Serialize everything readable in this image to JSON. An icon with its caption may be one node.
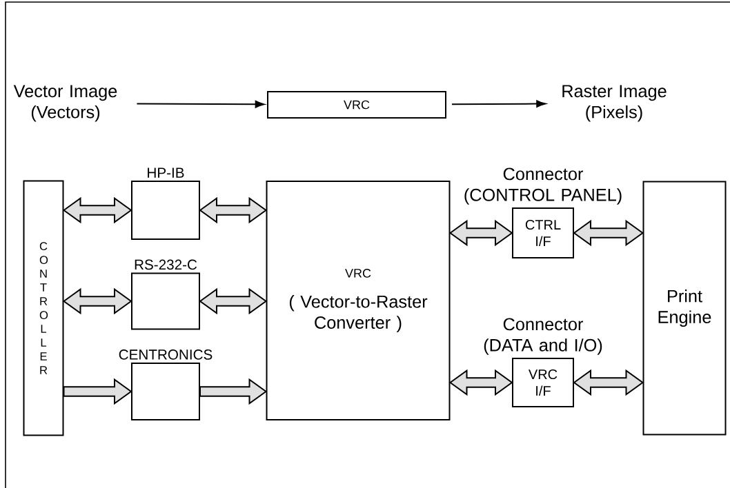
{
  "diagram": {
    "nodes": [
      {
        "text": [
          "Vector Image (Vectors)"
        ]
      },
      {
        "text": [
          "VRC"
        ]
      },
      {
        "text": [
          "Raster Image (Pixels)"
        ]
      },
      {
        "text": [
          "CONTROLLER"
        ]
      },
      {
        "text": [
          "HP-IB"
        ]
      },
      {
        "text": [
          "RS-232-C"
        ]
      },
      {
        "text": [
          "CENTRONICS"
        ]
      },
      {
        "text": [
          "VRC",
          "( Vector-to-Raster Converter )"
        ]
      },
      {
        "text": [
          "Connector (CONTROL PANEL)",
          "CTRL I/F"
        ]
      },
      {
        "text": [
          "Connector (DATA and I/O)",
          "VRC I/F"
        ]
      },
      {
        "text": [
          "Print Engine"
        ]
      }
    ],
    "edges": [
      {
        "from": 0,
        "to": 1,
        "arrow": "to"
      },
      {
        "from": 1,
        "to": 2,
        "arrow": "to"
      },
      {
        "from": 3,
        "to": 4,
        "arrow": "both",
        "style": "thick"
      },
      {
        "from": 4,
        "to": 7,
        "arrow": "both",
        "style": "thick"
      },
      {
        "from": 3,
        "to": 5,
        "arrow": "both",
        "style": "thick"
      },
      {
        "from": 5,
        "to": 7,
        "arrow": "both",
        "style": "thick"
      },
      {
        "from": 3,
        "to": 6,
        "arrow": "to",
        "style": "thick"
      },
      {
        "from": 6,
        "to": 7,
        "arrow": "to",
        "style": "thick"
      },
      {
        "from": 7,
        "to": 8,
        "arrow": "both",
        "style": "thick"
      },
      {
        "from": 8,
        "to": 10,
        "arrow": "both",
        "style": "thick"
      },
      {
        "from": 7,
        "to": 9,
        "arrow": "both",
        "style": "thick"
      },
      {
        "from": 9,
        "to": 10,
        "arrow": "both",
        "style": "thick"
      }
    ]
  }
}
